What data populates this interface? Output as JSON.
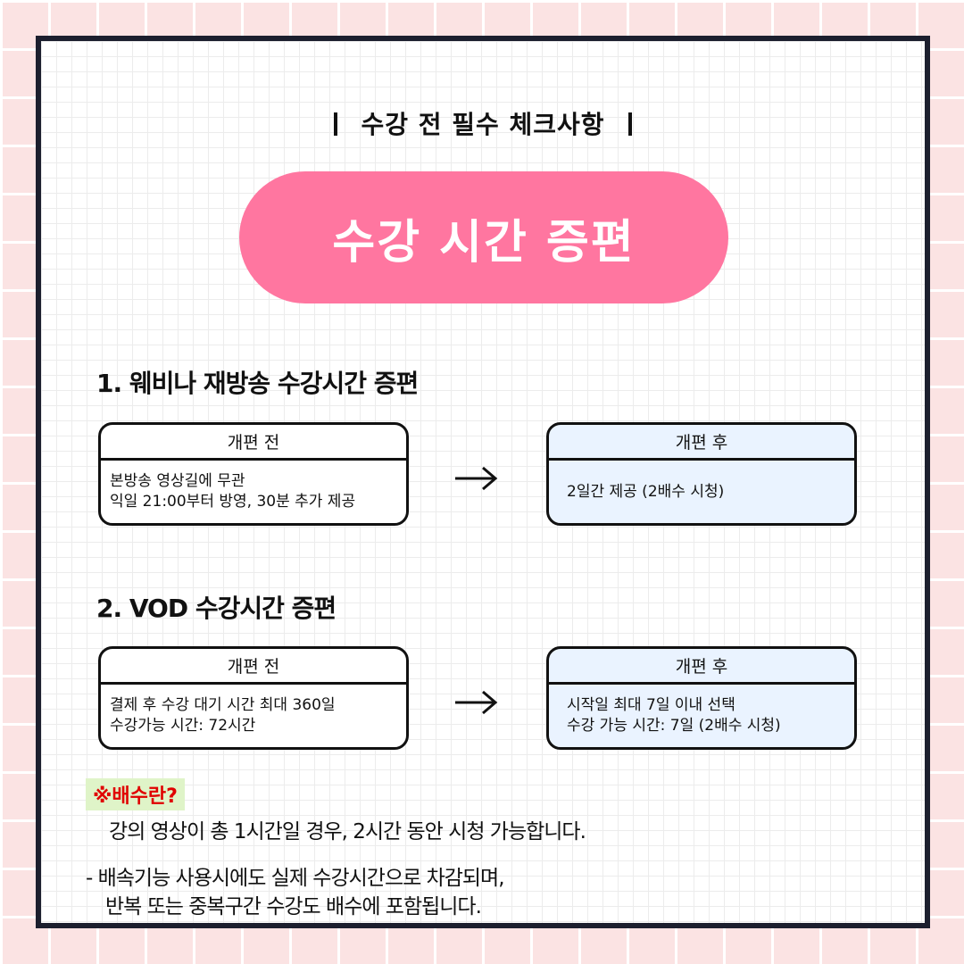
{
  "header": {
    "eyebrow": "수강 전 필수 체크사항",
    "title": "수강 시간 증편"
  },
  "sections": [
    {
      "title": "1. 웨비나 재방송 수강시간 증편",
      "before": {
        "label": "개편 전",
        "lines": [
          "본방송 영상길에 무관",
          "익일 21:00부터 방영, 30분 추가 제공"
        ]
      },
      "after": {
        "label": "개편 후",
        "lines": [
          "2일간 제공 (2배수 시청)"
        ]
      }
    },
    {
      "title": "2. VOD 수강시간 증편",
      "before": {
        "label": "개편 전",
        "lines": [
          "결제 후 수강 대기 시간 최대 360일",
          "수강가능 시간: 72시간"
        ]
      },
      "after": {
        "label": "개편 후",
        "lines": [
          "시작일 최대 7일 이내 선택",
          "수강 가능 시간: 7일 (2배수 시청)"
        ]
      }
    }
  ],
  "note": {
    "label": "※배수란?",
    "line1": "강의 영상이 총 1시간일 경우, 2시간 동안 시청 가능합니다.",
    "line2": "- 배속기능 사용시에도 실제 수강시간으로 차감되며,",
    "line3": "반복 또는 중복구간 수강도 배수에 포함됩니다."
  },
  "colors": {
    "accent": "#ff76a0",
    "frame": "#1c1f2e",
    "after_box": "#eaf3ff",
    "note_highlight": "#dff4c8",
    "note_text": "#e00000"
  },
  "icons": {
    "transition": "arrow-right-icon"
  }
}
